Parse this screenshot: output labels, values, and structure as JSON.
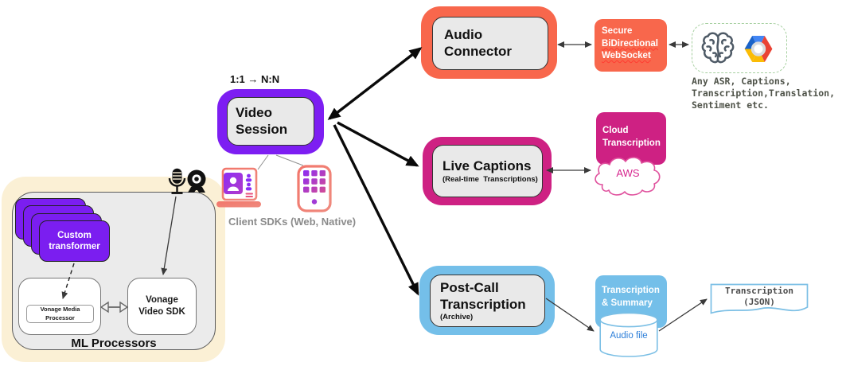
{
  "ml_section": {
    "title": "ML Processors",
    "custom_transformer_label": "Custom transformer",
    "media_processor_label": "Vonage Media Processor",
    "video_sdk_label": "Vonage Video SDK"
  },
  "video_session": {
    "topology_label": "1:1 → N:N",
    "label": "Video Session",
    "client_sdks_label": "Client SDKs (Web, Native)"
  },
  "audio_connector": {
    "label": "Audio Connector",
    "websocket_line1": "Secure",
    "websocket_line2": "BiDirectional",
    "websocket_line3": "WebSocket",
    "providers_note": "Any ASR, Captions,\nTranscription,Translation,\nSentiment etc.",
    "brain_icon": "machine-learning-brain",
    "gcp_icon": "google-cloud-hexagon"
  },
  "live_captions": {
    "label": "Live Captions",
    "sublabel": "(Real-time  Transcriptions)",
    "cloud_transcription_label": "Cloud Transcription",
    "aws_label": "AWS"
  },
  "post_call": {
    "label": "Post-Call Transcription",
    "sublabel": "(Archive)",
    "summary_label": "Transcription & Summary",
    "audio_file_label": "Audio file",
    "json_doc_label": "Transcription\n(JSON)"
  },
  "palette": {
    "purple": "#7d1ef2",
    "coral": "#f8674c",
    "magenta": "#ce2183",
    "blue": "#74bfe9",
    "cream": "#fbf0d5",
    "plate_gray": "#e9e9e9"
  }
}
